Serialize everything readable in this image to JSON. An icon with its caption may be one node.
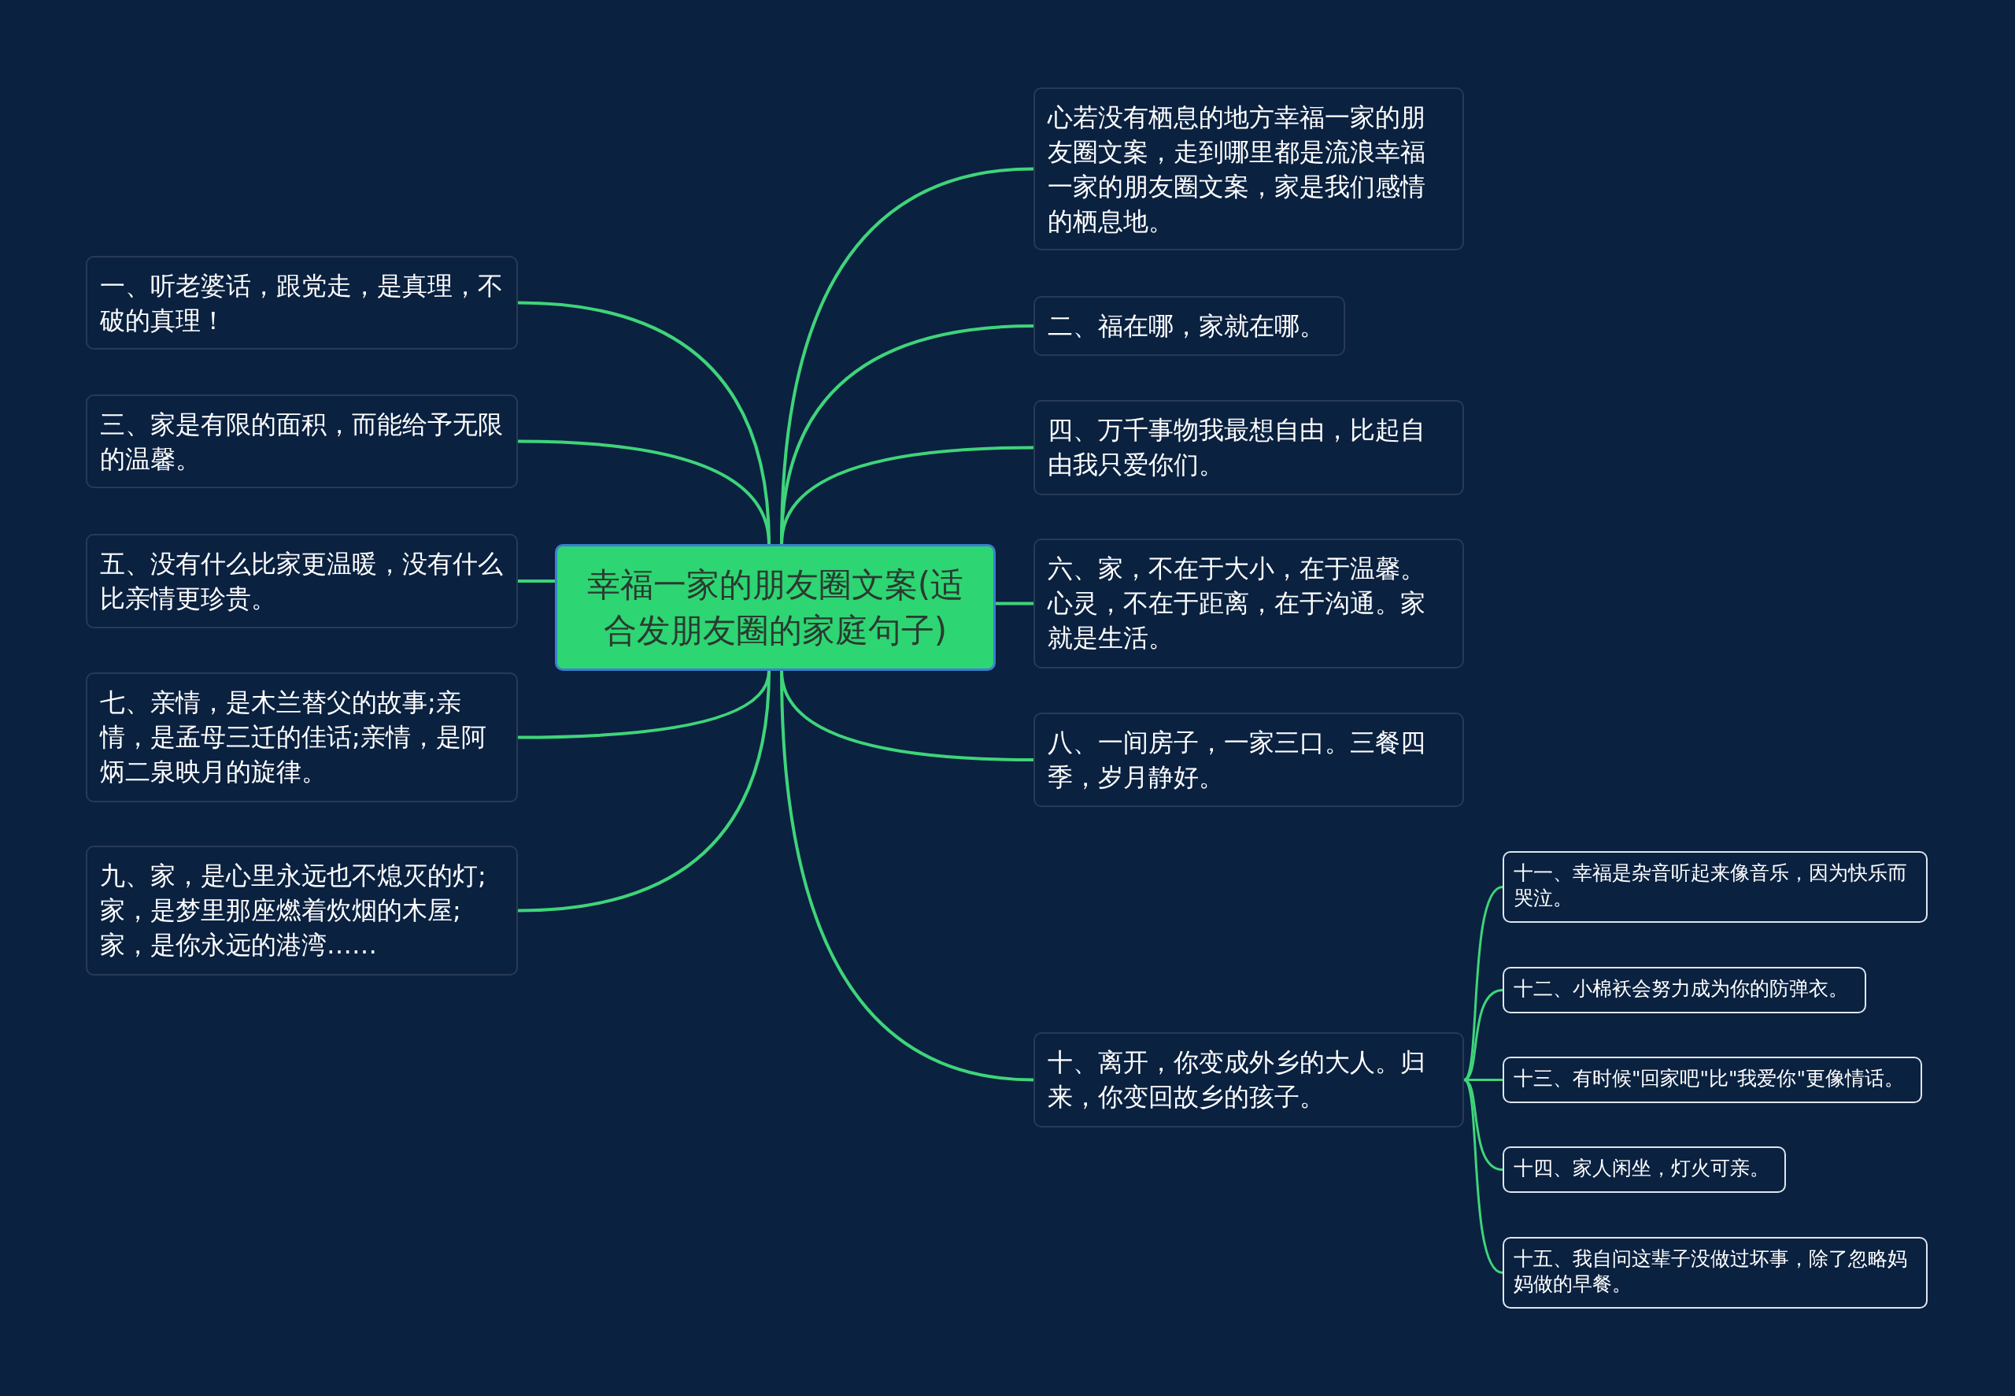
{
  "diagram": {
    "nodes": [
      {
        "text": [
          "幸福一家的朋友圈文案(适合发朋友圈的家庭句子)"
        ]
      },
      {
        "text": [
          "心若没有栖息的地方幸福一家的朋友圈文案，走到哪里都是流浪幸福一家的朋友圈文案，家是我们感情的栖息地。"
        ]
      },
      {
        "text": [
          "一、听老婆话，跟党走，是真理，不破的真理！"
        ]
      },
      {
        "text": [
          "二、福在哪，家就在哪。"
        ]
      },
      {
        "text": [
          "三、家是有限的面积，而能给予无限的温馨。"
        ]
      },
      {
        "text": [
          "四、万千事物我最想自由，比起自由我只爱你们。"
        ]
      },
      {
        "text": [
          "五、没有什么比家更温暖，没有什么比亲情更珍贵。"
        ]
      },
      {
        "text": [
          "六、家，不在于大小，在于温馨。心灵，不在于距离，在于沟通。家就是生活。"
        ]
      },
      {
        "text": [
          "七、亲情，是木兰替父的故事;亲情，是孟母三迁的佳话;亲情，是阿炳二泉映月的旋律。"
        ]
      },
      {
        "text": [
          "八、一间房子，一家三口。三餐四季，岁月静好。"
        ]
      },
      {
        "text": [
          "九、家，是心里永远也不熄灭的灯;家，是梦里那座燃着炊烟的木屋;家，是你永远的港湾……"
        ]
      },
      {
        "text": [
          "十、离开，你变成外乡的大人。归来，你变回故乡的孩子。"
        ]
      },
      {
        "text": [
          "十一、幸福是杂音听起来像音乐，因为快乐而哭泣。"
        ]
      },
      {
        "text": [
          "十二、小棉袄会努力成为你的防弹衣。"
        ]
      },
      {
        "text": [
          "十三、有时候\"回家吧\"比\"我爱你\"更像情话。"
        ]
      },
      {
        "text": [
          "十四、家人闲坐，灯火可亲。"
        ]
      },
      {
        "text": [
          "十五、我自问这辈子没做过坏事，除了忽略妈妈做的早餐。"
        ]
      }
    ],
    "edges": [
      {
        "from": 0,
        "to": 1,
        "arrow": "none"
      },
      {
        "from": 0,
        "to": 2,
        "arrow": "none"
      },
      {
        "from": 0,
        "to": 3,
        "arrow": "none"
      },
      {
        "from": 0,
        "to": 4,
        "arrow": "none"
      },
      {
        "from": 0,
        "to": 5,
        "arrow": "none"
      },
      {
        "from": 0,
        "to": 6,
        "arrow": "none"
      },
      {
        "from": 0,
        "to": 7,
        "arrow": "none"
      },
      {
        "from": 0,
        "to": 8,
        "arrow": "none"
      },
      {
        "from": 0,
        "to": 9,
        "arrow": "none"
      },
      {
        "from": 0,
        "to": 10,
        "arrow": "none"
      },
      {
        "from": 0,
        "to": 11,
        "arrow": "none"
      },
      {
        "from": 11,
        "to": 12,
        "arrow": "none"
      },
      {
        "from": 11,
        "to": 13,
        "arrow": "none"
      },
      {
        "from": 11,
        "to": 14,
        "arrow": "none"
      },
      {
        "from": 11,
        "to": 15,
        "arrow": "none"
      },
      {
        "from": 11,
        "to": 16,
        "arrow": "none"
      }
    ]
  }
}
